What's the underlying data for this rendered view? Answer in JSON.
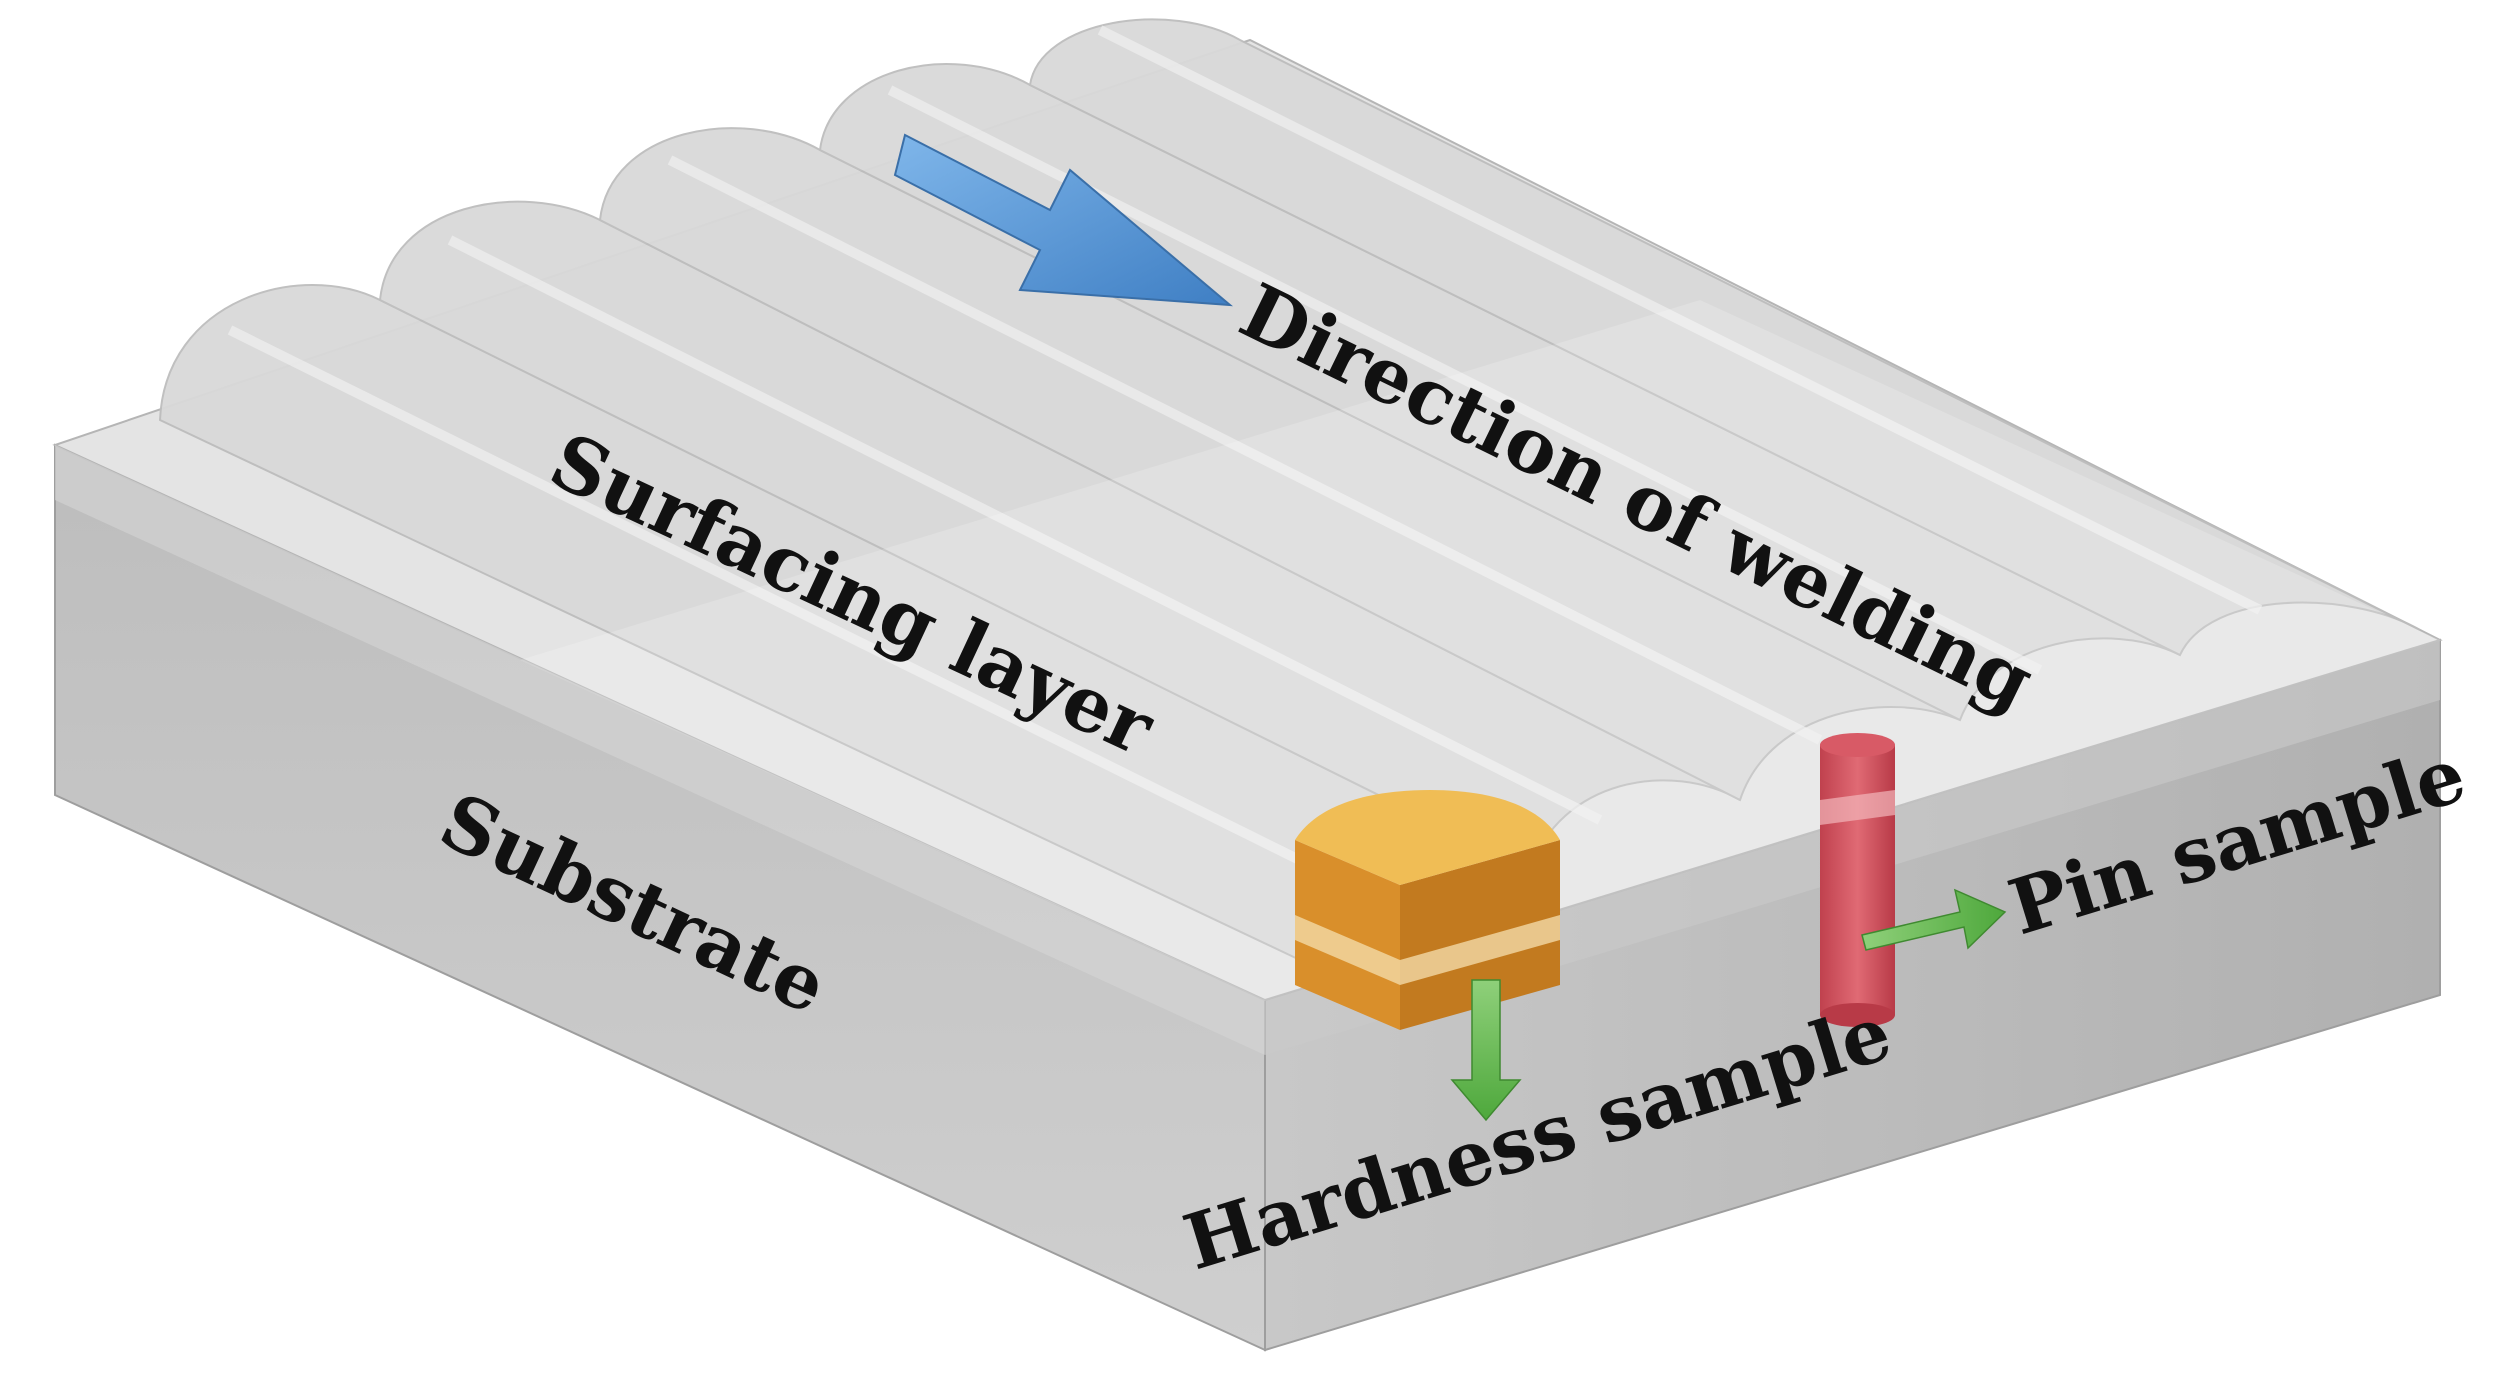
{
  "labels": {
    "direction": "Direction of welding",
    "surfacing": "Surfacing layer",
    "substrate": "Substrate",
    "hardness": "Hardness sample",
    "pin": "Pin sample"
  },
  "colors": {
    "block_top": "#e2e2e2",
    "block_front": "#c4c4c4",
    "block_side": "#b3b3b3",
    "bead": "#d8d8d8",
    "direction_arrow": "#4f8fd0",
    "sample_arrow": "#5cb84a",
    "hardness_sample": "#e6a93f",
    "pin_sample": "#d0505c"
  }
}
